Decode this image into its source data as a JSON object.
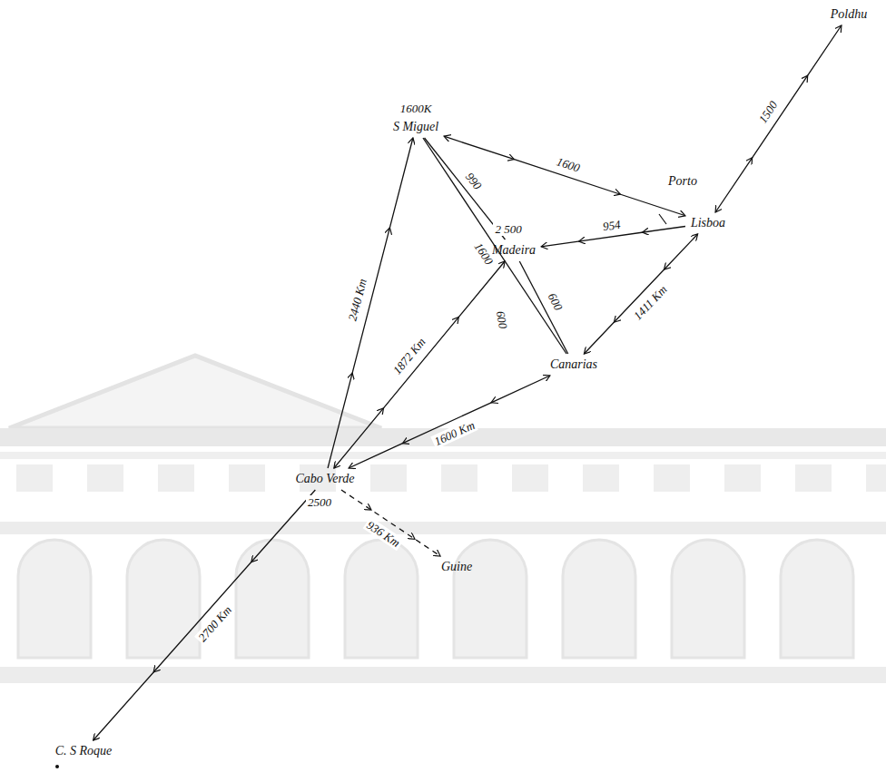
{
  "diagram": {
    "nodes": [
      {
        "text": [
          "Poldhu"
        ]
      },
      {
        "text": [
          "S Miguel"
        ]
      },
      {
        "text": [
          "Porto"
        ]
      },
      {
        "text": [
          "Lisboa"
        ]
      },
      {
        "text": [
          "Madeira"
        ]
      },
      {
        "text": [
          "Canarias"
        ]
      },
      {
        "text": [
          "Cabo Verde"
        ]
      },
      {
        "text": [
          "Guine"
        ]
      },
      {
        "text": [
          "C. S Roque"
        ]
      }
    ],
    "edges": [
      {
        "from": 3,
        "to": 0,
        "arrow": "both",
        "label": "1500"
      },
      {
        "from": 1,
        "to": 3,
        "arrow": "both",
        "label": "1600"
      },
      {
        "from": 3,
        "to": 4,
        "arrow": "to",
        "label": "954"
      },
      {
        "from": 3,
        "to": 5,
        "arrow": "both",
        "label": "1411 Km"
      },
      {
        "from": 5,
        "to": 6,
        "arrow": "both",
        "label": "1600 Km"
      },
      {
        "from": 6,
        "to": 4,
        "arrow": "both",
        "label": "1872 Km"
      },
      {
        "from": 6,
        "to": 1,
        "arrow": "to",
        "label": "2440 Km"
      },
      {
        "from": 1,
        "to": 4,
        "arrow": "none",
        "label": "990"
      },
      {
        "from": 1,
        "to": 5,
        "arrow": "none",
        "label": "1600"
      },
      {
        "from": 4,
        "to": 5,
        "arrow": "none",
        "label": "600"
      },
      {
        "from": 6,
        "to": 8,
        "arrow": "to",
        "label": "2700 Km"
      },
      {
        "from": 6,
        "to": 7,
        "arrow": "to",
        "label": "936 Km"
      }
    ],
    "labels": [
      "1600K",
      "2 500",
      "2500",
      "600"
    ]
  }
}
